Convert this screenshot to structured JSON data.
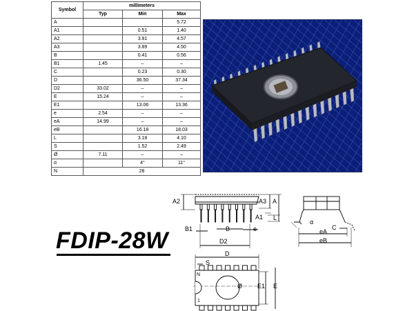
{
  "table": {
    "symbol_header": "Symbol",
    "unit_header": "millimeters",
    "typ_header": "Typ",
    "min_header": "Min",
    "max_header": "Max",
    "rows": [
      {
        "sym": "A",
        "typ": "",
        "min": "",
        "max": "5.72"
      },
      {
        "sym": "A1",
        "typ": "",
        "min": "0.51",
        "max": "1.40"
      },
      {
        "sym": "A2",
        "typ": "",
        "min": "3.91",
        "max": "4.57"
      },
      {
        "sym": "A3",
        "typ": "",
        "min": "3.89",
        "max": "4.50"
      },
      {
        "sym": "B",
        "typ": "",
        "min": "0.41",
        "max": "0.56"
      },
      {
        "sym": "B1",
        "typ": "1.45",
        "min": "–",
        "max": "–"
      },
      {
        "sym": "C",
        "typ": "",
        "min": "0.23",
        "max": "0.30"
      },
      {
        "sym": "D",
        "typ": "",
        "min": "36.50",
        "max": "37.34"
      },
      {
        "sym": "D2",
        "typ": "33.02",
        "min": "–",
        "max": "–"
      },
      {
        "sym": "E",
        "typ": "15.24",
        "min": "–",
        "max": "–"
      },
      {
        "sym": "E1",
        "typ": "",
        "min": "13.06",
        "max": "13.36"
      },
      {
        "sym": "e",
        "typ": "2.54",
        "min": "–",
        "max": "–"
      },
      {
        "sym": "eA",
        "typ": "14.99",
        "min": "–",
        "max": "–"
      },
      {
        "sym": "eB",
        "typ": "",
        "min": "16.18",
        "max": "18.03"
      },
      {
        "sym": "L",
        "typ": "",
        "min": "3.18",
        "max": "4.10"
      },
      {
        "sym": "S",
        "typ": "",
        "min": "1.52",
        "max": "2.49"
      },
      {
        "sym": "Ø",
        "typ": "7.11",
        "min": "–",
        "max": "–"
      },
      {
        "sym": "α",
        "typ": "",
        "min": "4°",
        "max": "11°"
      },
      {
        "sym": "N",
        "typ": "",
        "min": "28",
        "max": ""
      }
    ]
  },
  "title": "FDIP-28W",
  "labels": {
    "a2": "A2",
    "a3": "A3",
    "a": "A",
    "a1": "A1",
    "l": "L",
    "b1": "B1",
    "b": "B",
    "e_pitch": "e",
    "d2": "D2",
    "alpha": "α",
    "c": "C",
    "ea": "eA",
    "eb": "eB",
    "d": "D",
    "s": "S",
    "n": "N",
    "phi": "Ø",
    "e1": "E1",
    "e": "E",
    "pin1": "1"
  },
  "photo": {
    "background": "#0b1f78",
    "grid": "#3b54b8",
    "chip": "#2a2a30"
  }
}
